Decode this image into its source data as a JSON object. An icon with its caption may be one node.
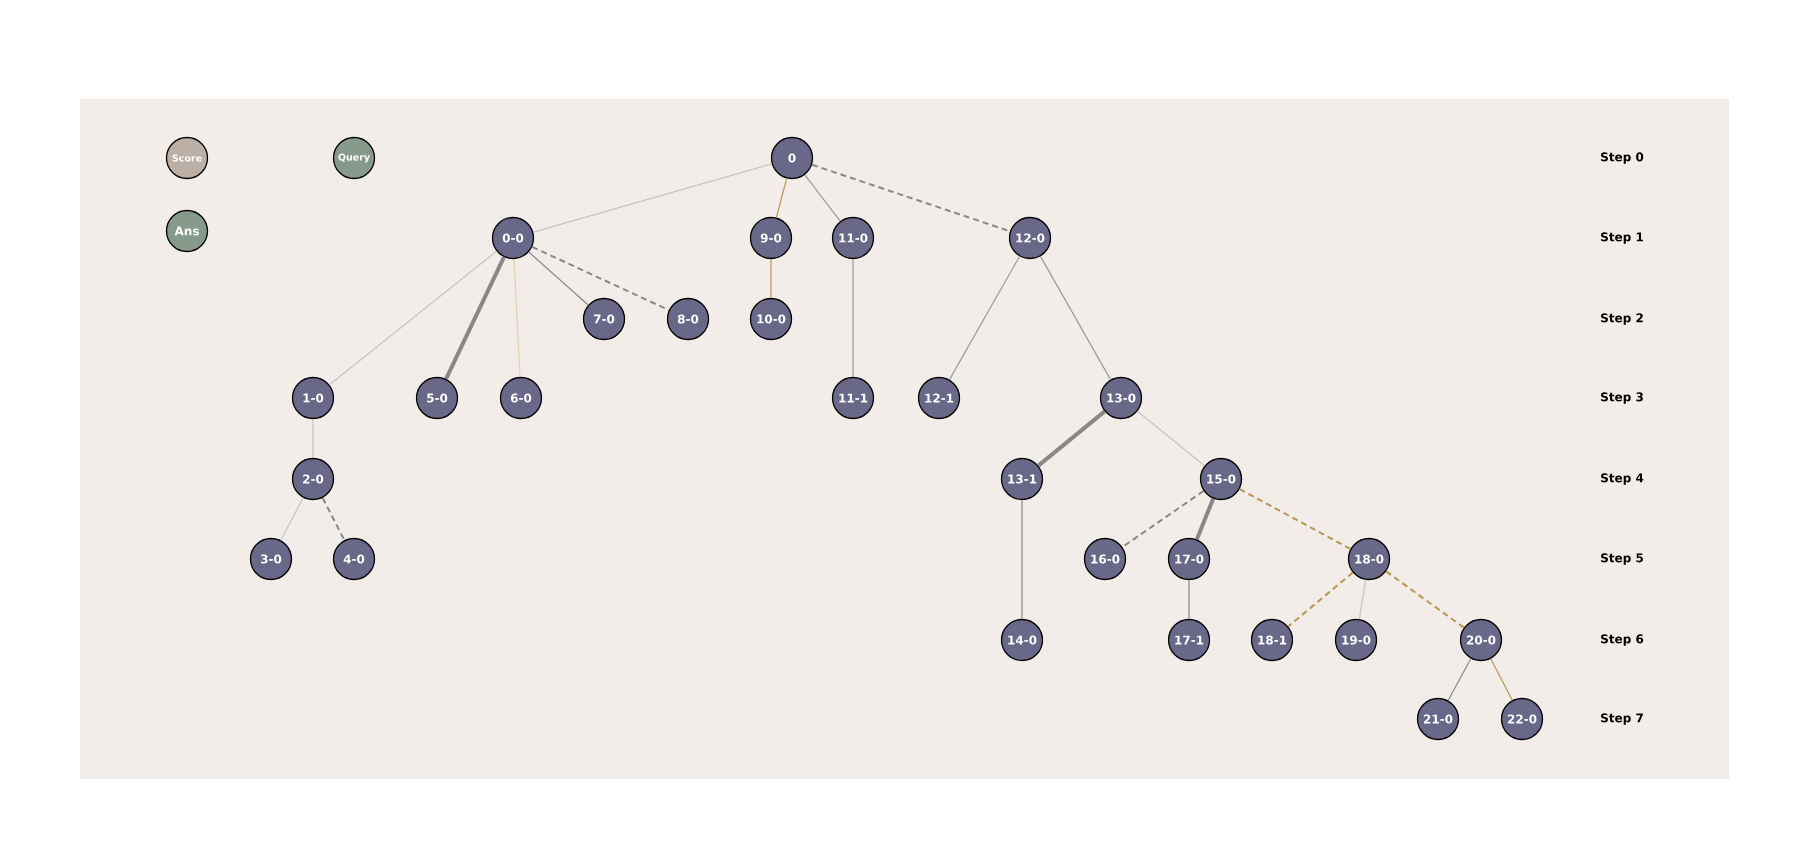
{
  "diagram": {
    "nodes": [
      {
        "text": [
          "Score"
        ]
      },
      {
        "text": [
          "Query"
        ]
      },
      {
        "text": [
          "Ans"
        ]
      },
      {
        "text": [
          "0"
        ]
      },
      {
        "text": [
          "0-0"
        ]
      },
      {
        "text": [
          "9-0"
        ]
      },
      {
        "text": [
          "11-0"
        ]
      },
      {
        "text": [
          "12-0"
        ]
      },
      {
        "text": [
          "7-0"
        ]
      },
      {
        "text": [
          "8-0"
        ]
      },
      {
        "text": [
          "10-0"
        ]
      },
      {
        "text": [
          "1-0"
        ]
      },
      {
        "text": [
          "5-0"
        ]
      },
      {
        "text": [
          "6-0"
        ]
      },
      {
        "text": [
          "11-1"
        ]
      },
      {
        "text": [
          "12-1"
        ]
      },
      {
        "text": [
          "13-0"
        ]
      },
      {
        "text": [
          "2-0"
        ]
      },
      {
        "text": [
          "13-1"
        ]
      },
      {
        "text": [
          "15-0"
        ]
      },
      {
        "text": [
          "3-0"
        ]
      },
      {
        "text": [
          "4-0"
        ]
      },
      {
        "text": [
          "16-0"
        ]
      },
      {
        "text": [
          "17-0"
        ]
      },
      {
        "text": [
          "18-0"
        ]
      },
      {
        "text": [
          "14-0"
        ]
      },
      {
        "text": [
          "17-1"
        ]
      },
      {
        "text": [
          "18-1"
        ]
      },
      {
        "text": [
          "19-0"
        ]
      },
      {
        "text": [
          "20-0"
        ]
      },
      {
        "text": [
          "21-0"
        ]
      },
      {
        "text": [
          "22-0"
        ]
      }
    ],
    "edges": [
      {
        "from": 3,
        "to": 4,
        "arrow": "none",
        "color": "#c4c4c4"
      },
      {
        "from": 3,
        "to": 5,
        "arrow": "none",
        "color": "#b8964e"
      },
      {
        "from": 3,
        "to": 6,
        "arrow": "none",
        "color": "#999999"
      },
      {
        "from": 3,
        "to": 7,
        "arrow": "none",
        "style": "dashed"
      },
      {
        "from": 4,
        "to": 11,
        "arrow": "none",
        "color": "#c4c4c4"
      },
      {
        "from": 4,
        "to": 12,
        "arrow": "none",
        "style": "thick"
      },
      {
        "from": 4,
        "to": 13,
        "arrow": "none",
        "color": "#e2d0b0"
      },
      {
        "from": 4,
        "to": 8,
        "arrow": "none"
      },
      {
        "from": 4,
        "to": 9,
        "arrow": "none",
        "style": "dashed"
      },
      {
        "from": 5,
        "to": 10,
        "arrow": "none",
        "color": "#b8964e"
      },
      {
        "from": 6,
        "to": 14,
        "arrow": "none",
        "color": "#999999"
      },
      {
        "from": 7,
        "to": 15,
        "arrow": "none",
        "color": "#999999"
      },
      {
        "from": 7,
        "to": 16,
        "arrow": "none",
        "color": "#999999"
      },
      {
        "from": 11,
        "to": 17,
        "arrow": "none",
        "color": "#c4c4c4"
      },
      {
        "from": 17,
        "to": 20,
        "arrow": "none",
        "color": "#c4c4c4"
      },
      {
        "from": 17,
        "to": 21,
        "arrow": "none",
        "style": "dashed"
      },
      {
        "from": 16,
        "to": 18,
        "arrow": "none",
        "style": "thick"
      },
      {
        "from": 16,
        "to": 19,
        "arrow": "none",
        "color": "#c4c4c4"
      },
      {
        "from": 19,
        "to": 22,
        "arrow": "none",
        "style": "dashed"
      },
      {
        "from": 19,
        "to": 23,
        "arrow": "none",
        "style": "thick"
      },
      {
        "from": 19,
        "to": 24,
        "arrow": "none",
        "style": "dashed",
        "color": "#b8964e"
      },
      {
        "from": 23,
        "to": 26,
        "arrow": "none"
      },
      {
        "from": 18,
        "to": 25,
        "arrow": "none"
      },
      {
        "from": 24,
        "to": 27,
        "arrow": "none",
        "style": "dashed",
        "color": "#b8964e"
      },
      {
        "from": 24,
        "to": 28,
        "arrow": "none",
        "color": "#c4c4c4"
      },
      {
        "from": 24,
        "to": 29,
        "arrow": "none",
        "style": "dashed",
        "color": "#b8964e"
      },
      {
        "from": 29,
        "to": 30,
        "arrow": "none"
      },
      {
        "from": 29,
        "to": 31,
        "arrow": "none",
        "color": "#b8964e"
      }
    ],
    "labels": [
      "Step 0",
      "Step 1",
      "Step 2",
      "Step 3",
      "Step 4",
      "Step 5",
      "Step 6",
      "Step 7"
    ]
  }
}
